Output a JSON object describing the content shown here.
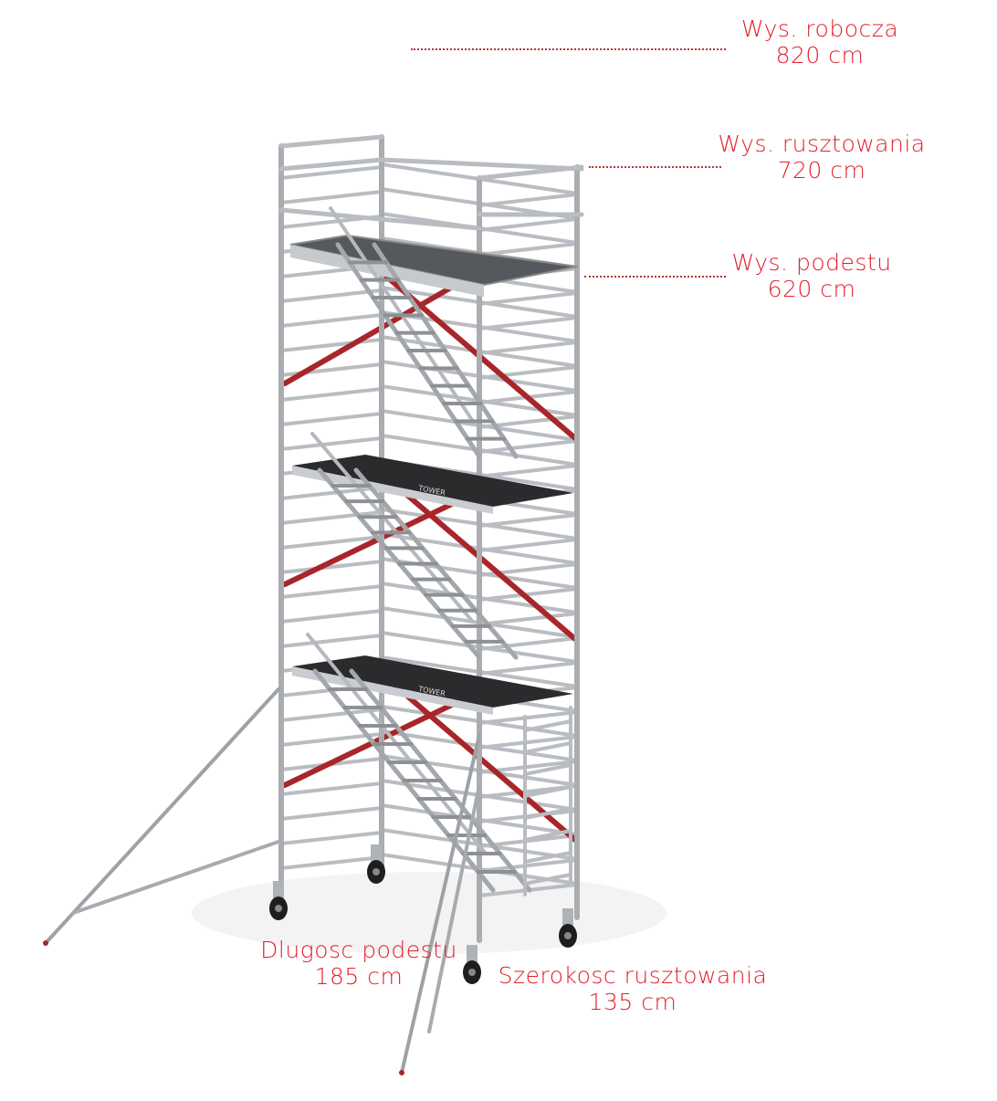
{
  "labels": {
    "working_height": {
      "name": "Wys. robocza",
      "value": "820 cm"
    },
    "scaffold_height": {
      "name": "Wys. rusztowania",
      "value": "720 cm"
    },
    "platform_height": {
      "name": "Wys. podestu",
      "value": "620 cm"
    },
    "platform_length": {
      "name": "Dlugosc podestu",
      "value": "185 cm"
    },
    "scaffold_width": {
      "name": "Szerokosc rusztowania",
      "value": "135 cm"
    }
  },
  "platform_brand": "TOWER",
  "colors": {
    "label": "#e3202b",
    "frame": "#b9bdc2",
    "brace": "#a8262a",
    "platform": "#2b2b2e"
  }
}
